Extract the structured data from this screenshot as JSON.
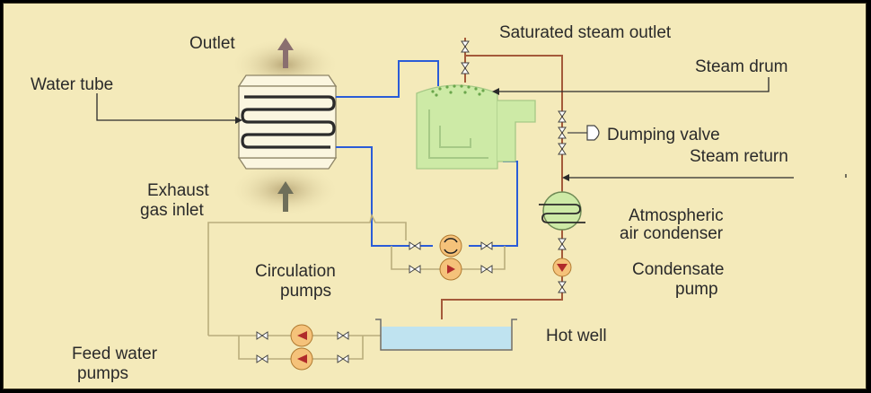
{
  "labels": {
    "outlet": "Outlet",
    "water_tube": "Water tube",
    "exhaust_gas_inlet_1": "Exhaust",
    "exhaust_gas_inlet_2": "gas inlet",
    "saturated_steam_outlet": "Saturated steam outlet",
    "steam_drum": "Steam drum",
    "dumping_valve": "Dumping valve",
    "steam_return": "Steam return",
    "atmospheric_air_condenser_1": "Atmospheric",
    "atmospheric_air_condenser_2": "air condenser",
    "condensate_pump_1": "Condensate",
    "condensate_pump_2": "pump",
    "circulation_pumps_1": "Circulation",
    "circulation_pumps_2": "pumps",
    "hot_well": "Hot well",
    "feed_water_pumps_1": "Feed water",
    "feed_water_pumps_2": "pumps"
  },
  "colors": {
    "background": "#f4eaba",
    "water_line": "#2a5cd8",
    "steam_line": "#a45a3a",
    "feed_line": "#b9ad7c",
    "drum": "#cdeaa6",
    "hot_well": "#bfe3f0",
    "pump": "#f5c27a",
    "arrow": "#8a6f6f"
  }
}
